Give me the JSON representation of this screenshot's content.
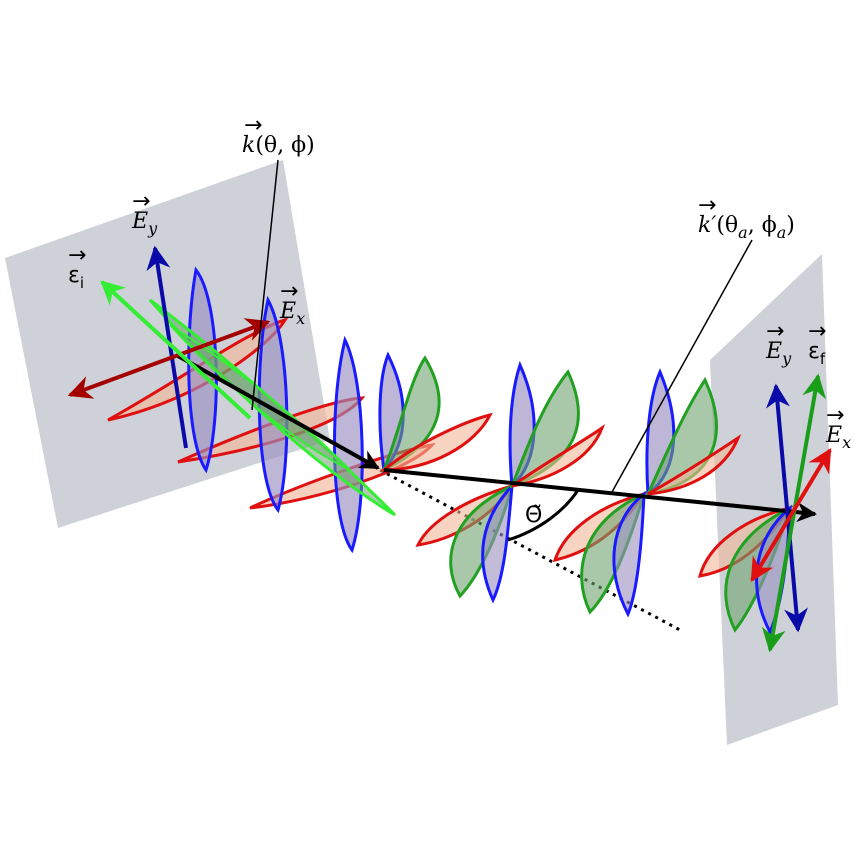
{
  "labels": {
    "k_vec": "k",
    "k_args": "(θ, ϕ)",
    "kprime_vec": "k′",
    "kprime_theta": "(θ",
    "kprime_theta_sub": "a",
    "kprime_sep": ", ϕ",
    "kprime_phi_sub": "a",
    "kprime_close": ")",
    "E_y_left": "E",
    "E_y_left_sub": "y",
    "E_x_left": "E",
    "E_x_left_sub": "x",
    "eps_i": "ε",
    "eps_i_sub": "i",
    "E_y_right": "E",
    "E_y_right_sub": "y",
    "eps_f": "ε",
    "eps_f_sub": "f",
    "E_x_right": "E",
    "E_x_right_sub": "x",
    "theta_tilde": "Θ̃"
  },
  "colors": {
    "plane": "#c9ccd4",
    "blue_wave": "#1a1aff",
    "blue_fill": "#9a8fc0",
    "green_wave": "#22a022",
    "green_fill": "#6fa36f",
    "red_wave": "#e01010",
    "red_fill": "#f2b89a",
    "dark_red_arrow": "#a50000",
    "bright_green_arrow": "#33ee33",
    "green_arrow": "#1a9e1a",
    "dark_blue_arrow": "#0a0aa8",
    "black": "#000000"
  }
}
